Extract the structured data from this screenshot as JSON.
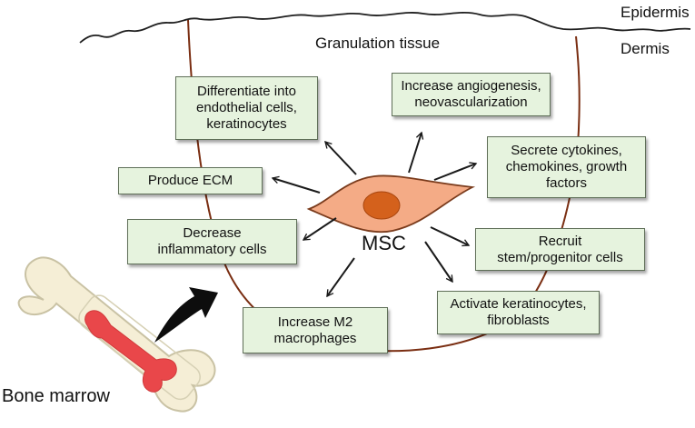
{
  "labels": {
    "epidermis": "Epidermis",
    "dermis": "Dermis",
    "granulation_tissue": "Granulation tissue",
    "msc": "MSC",
    "bone_marrow": "Bone marrow"
  },
  "functions": {
    "differentiate": [
      "Differentiate into",
      "endothelial cells,",
      "keratinocytes"
    ],
    "angiogenesis": [
      "Increase angiogenesis,",
      "neovascularization"
    ],
    "secrete": [
      "Secrete cytokines,",
      "chemokines, growth",
      "factors"
    ],
    "produce_ecm": [
      "Produce ECM"
    ],
    "decrease_inflammatory": [
      "Decrease",
      "inflammatory cells"
    ],
    "recruit": [
      "Recruit",
      "stem/progenitor cells"
    ],
    "activate": [
      "Activate keratinocytes,",
      "fibroblasts"
    ],
    "increase_m2": [
      "Increase M2",
      "macrophages"
    ]
  },
  "colors": {
    "box_fill": "#e6f3de",
    "box_border": "#5f6f58",
    "cell_fill": "#f4ab86",
    "nucleus_fill": "#d4611c",
    "wound_line": "#7a2e12",
    "bone_fill": "#f5eed6",
    "marrow_fill": "#e9474a"
  }
}
